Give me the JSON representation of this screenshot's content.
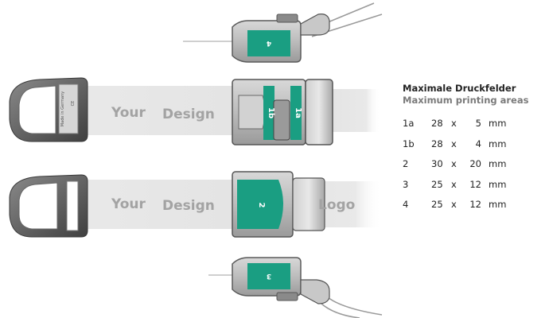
{
  "diagram": {
    "belt_top": {
      "left_text": "Your",
      "right_text": "Design"
    },
    "belt_bottom": {
      "left_text": "Your",
      "mid_text": "Design",
      "right_text": "Logo"
    },
    "buckle_engraving": {
      "made_in": "Made in Germany",
      "ce": "CE"
    },
    "area_marks": {
      "a4": "4",
      "a1a": "1a",
      "a1b": "1b",
      "a2": "2",
      "a3": "3"
    },
    "colors": {
      "print_area": "#1a9e82",
      "strap": "#e6e6e6",
      "metal": "#b0b0b0",
      "frame": "#5a5a5a"
    }
  },
  "spec": {
    "title_de": "Maximale Druckfelder",
    "title_en": "Maximum printing areas",
    "rows": [
      {
        "id": "1a",
        "w": "28",
        "x": "x",
        "h": "5",
        "unit": "mm"
      },
      {
        "id": "1b",
        "w": "28",
        "x": "x",
        "h": "4",
        "unit": "mm"
      },
      {
        "id": "2",
        "w": "30",
        "x": "x",
        "h": "20",
        "unit": "mm"
      },
      {
        "id": "3",
        "w": "25",
        "x": "x",
        "h": "12",
        "unit": "mm"
      },
      {
        "id": "4",
        "w": "25",
        "x": "x",
        "h": "12",
        "unit": "mm"
      }
    ]
  }
}
